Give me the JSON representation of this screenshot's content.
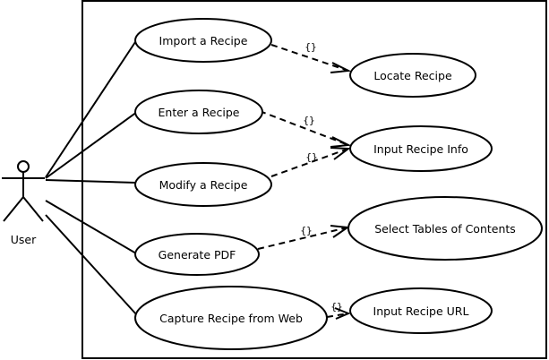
{
  "actor": {
    "label": "User",
    "icon": "stick-figure-icon"
  },
  "use_cases": [
    {
      "id": "import-recipe",
      "label": "Import a Recipe"
    },
    {
      "id": "enter-recipe",
      "label": "Enter a Recipe"
    },
    {
      "id": "modify-recipe",
      "label": "Modify a Recipe"
    },
    {
      "id": "generate-pdf",
      "label": "Generate PDF"
    },
    {
      "id": "capture-recipe-web",
      "label": "Capture Recipe from Web"
    },
    {
      "id": "locate-recipe",
      "label": "Locate Recipe"
    },
    {
      "id": "input-recipe-info",
      "label": "Input Recipe Info"
    },
    {
      "id": "select-tables-of-contents",
      "label": "Select Tables of Contents"
    },
    {
      "id": "input-recipe-url",
      "label": "Input Recipe URL"
    }
  ],
  "dependencies": [
    {
      "from": "import-recipe",
      "to": "locate-recipe",
      "label": "{}"
    },
    {
      "from": "enter-recipe",
      "to": "input-recipe-info",
      "label": "{}"
    },
    {
      "from": "modify-recipe",
      "to": "input-recipe-info",
      "label": "{}"
    },
    {
      "from": "generate-pdf",
      "to": "select-tables-of-contents",
      "label": "{}"
    },
    {
      "from": "capture-recipe-web",
      "to": "input-recipe-url",
      "label": "{}"
    }
  ]
}
